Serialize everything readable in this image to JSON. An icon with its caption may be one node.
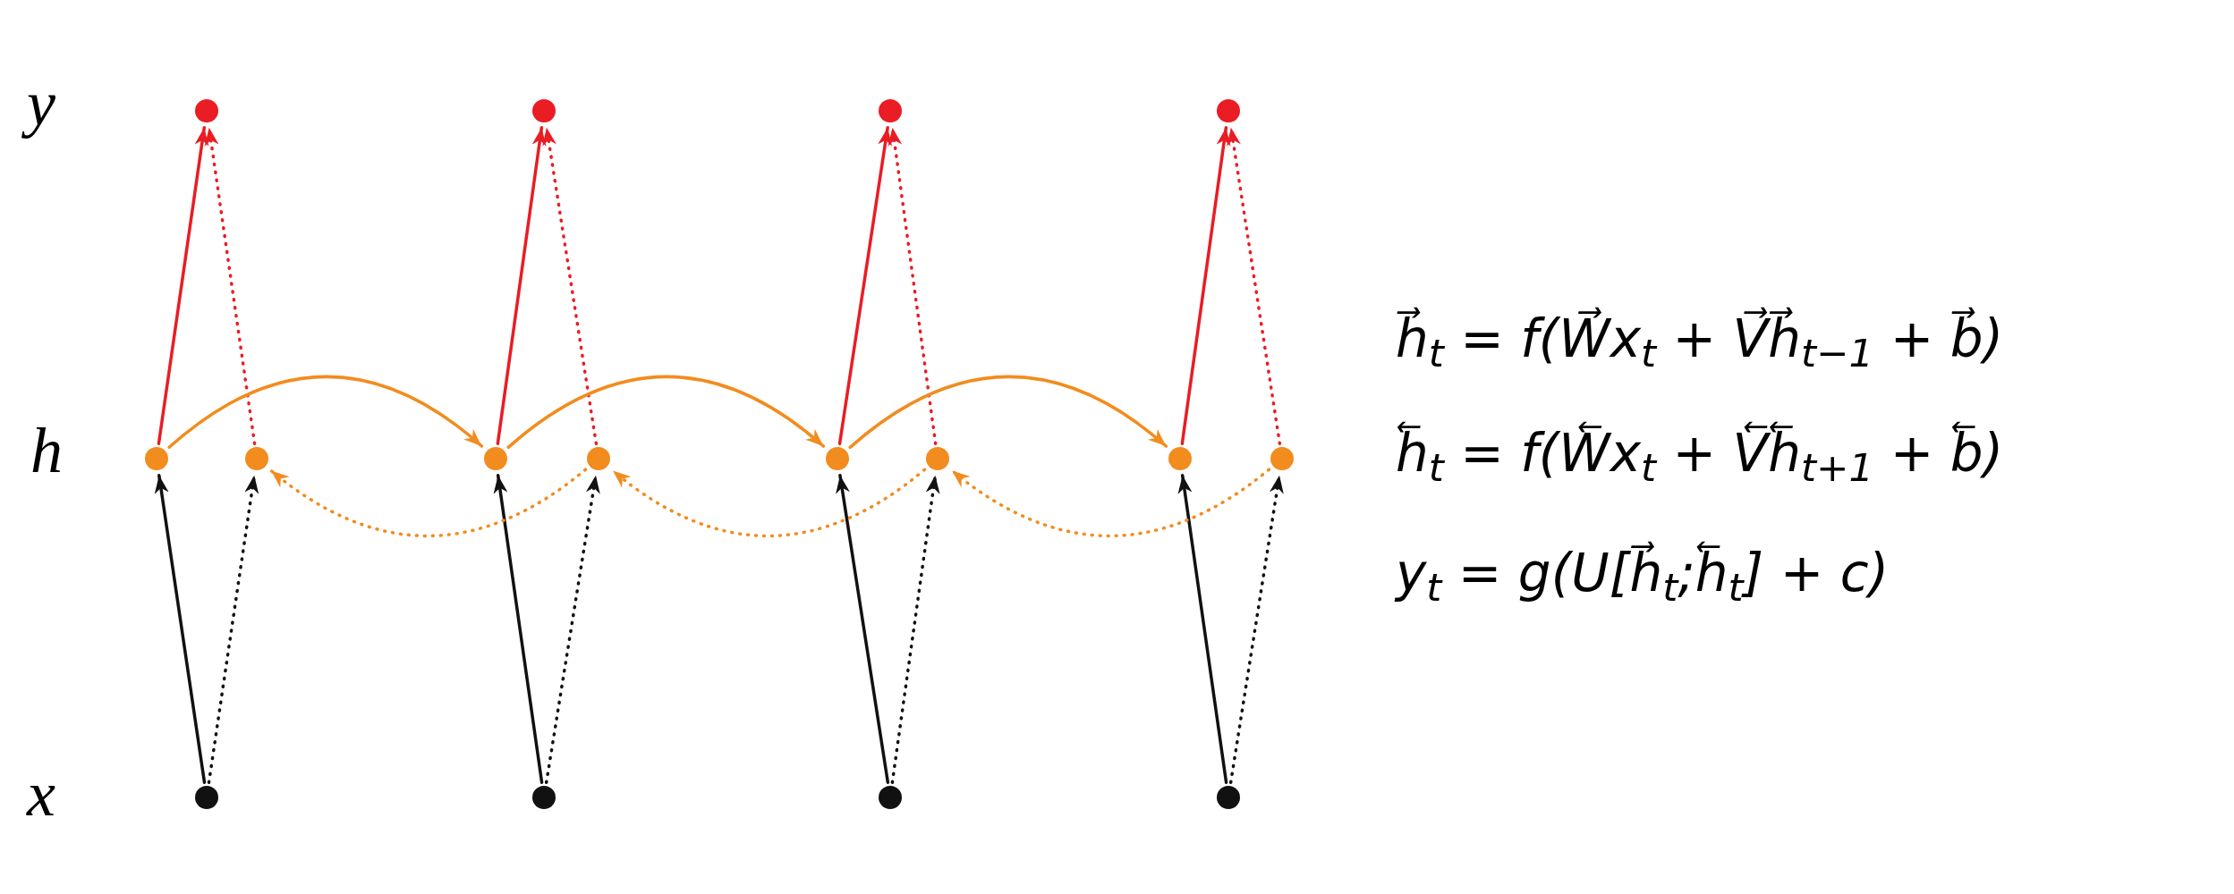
{
  "diagram": {
    "nodes": [
      {
        "text": [],
        "shape": "circle"
      },
      {
        "text": [],
        "shape": "circle"
      },
      {
        "text": [],
        "shape": "circle"
      },
      {
        "text": [],
        "shape": "circle"
      },
      {
        "text": [],
        "shape": "circle"
      },
      {
        "text": [],
        "shape": "circle"
      },
      {
        "text": [],
        "shape": "circle"
      },
      {
        "text": [],
        "shape": "circle"
      },
      {
        "text": [],
        "shape": "circle"
      },
      {
        "text": [],
        "shape": "circle"
      },
      {
        "text": [],
        "shape": "circle"
      },
      {
        "text": [],
        "shape": "circle"
      },
      {
        "text": [],
        "shape": "circle"
      },
      {
        "text": [],
        "shape": "circle"
      },
      {
        "text": [],
        "shape": "circle"
      },
      {
        "text": [],
        "shape": "circle"
      }
    ],
    "edges": [
      {
        "from": 12,
        "to": 4,
        "arrow": "to"
      },
      {
        "from": 12,
        "to": 5,
        "arrow": "to",
        "style": "dashed"
      },
      {
        "from": 13,
        "to": 6,
        "arrow": "to"
      },
      {
        "from": 13,
        "to": 7,
        "arrow": "to",
        "style": "dashed"
      },
      {
        "from": 14,
        "to": 8,
        "arrow": "to"
      },
      {
        "from": 14,
        "to": 9,
        "arrow": "to",
        "style": "dashed"
      },
      {
        "from": 15,
        "to": 10,
        "arrow": "to"
      },
      {
        "from": 15,
        "to": 11,
        "arrow": "to",
        "style": "dashed"
      },
      {
        "from": 4,
        "to": 0,
        "arrow": "to",
        "color": "#ea1c24"
      },
      {
        "from": 5,
        "to": 0,
        "arrow": "to",
        "style": "dashed",
        "color": "#ea1c24"
      },
      {
        "from": 6,
        "to": 1,
        "arrow": "to",
        "color": "#ea1c24"
      },
      {
        "from": 7,
        "to": 1,
        "arrow": "to",
        "style": "dashed",
        "color": "#ea1c24"
      },
      {
        "from": 8,
        "to": 2,
        "arrow": "to",
        "color": "#ea1c24"
      },
      {
        "from": 9,
        "to": 2,
        "arrow": "to",
        "style": "dashed",
        "color": "#ea1c24"
      },
      {
        "from": 10,
        "to": 3,
        "arrow": "to",
        "color": "#ea1c24"
      },
      {
        "from": 11,
        "to": 3,
        "arrow": "to",
        "style": "dashed",
        "color": "#ea1c24"
      },
      {
        "from": 4,
        "to": 6,
        "arrow": "to",
        "color": "#f28c1e"
      },
      {
        "from": 6,
        "to": 8,
        "arrow": "to",
        "color": "#f28c1e"
      },
      {
        "from": 8,
        "to": 10,
        "arrow": "to",
        "color": "#f28c1e"
      },
      {
        "from": 7,
        "to": 5,
        "arrow": "to",
        "style": "dashed",
        "color": "#f28c1e"
      },
      {
        "from": 9,
        "to": 7,
        "arrow": "to",
        "style": "dashed",
        "color": "#f28c1e"
      },
      {
        "from": 11,
        "to": 9,
        "arrow": "to",
        "style": "dashed",
        "color": "#f28c1e"
      }
    ],
    "labels": [
      "y",
      "h",
      "x",
      "h⃗$_{t}$ = f(W⃗x$_{t}$ + V⃗h⃗$_{t−1}$ + b⃗)",
      "h⃖$_{t}$ = f(W⃖x$_{t}$ + V⃖h⃖$_{t+1}$ + b⃖)",
      "y$_{t}$ = g(U[h⃗$_{t}$;h⃖$_{t}$] + c)"
    ]
  }
}
